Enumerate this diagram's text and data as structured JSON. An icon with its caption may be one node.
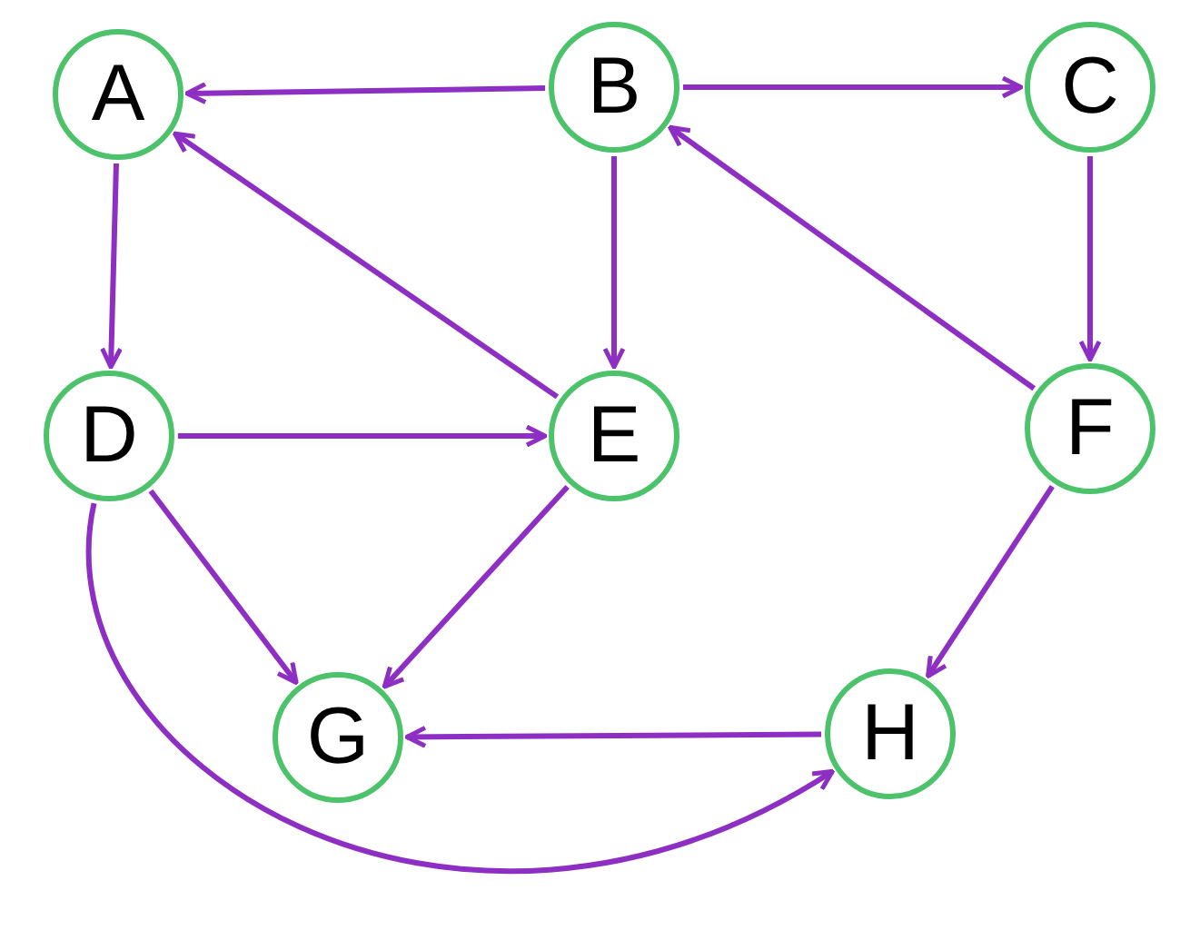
{
  "diagram": {
    "nodes": [
      {
        "text": [
          "A"
        ]
      },
      {
        "text": [
          "B"
        ]
      },
      {
        "text": [
          "C"
        ]
      },
      {
        "text": [
          "D"
        ]
      },
      {
        "text": [
          "E"
        ]
      },
      {
        "text": [
          "F"
        ]
      },
      {
        "text": [
          "G"
        ]
      },
      {
        "text": [
          "H"
        ]
      }
    ],
    "edges": [
      {
        "from": 1,
        "to": 0,
        "arrow": "to"
      },
      {
        "from": 1,
        "to": 2,
        "arrow": "to"
      },
      {
        "from": 1,
        "to": 4,
        "arrow": "to"
      },
      {
        "from": 0,
        "to": 3,
        "arrow": "to"
      },
      {
        "from": 4,
        "to": 0,
        "arrow": "to"
      },
      {
        "from": 2,
        "to": 5,
        "arrow": "to"
      },
      {
        "from": 5,
        "to": 1,
        "arrow": "to"
      },
      {
        "from": 3,
        "to": 4,
        "arrow": "to"
      },
      {
        "from": 3,
        "to": 6,
        "arrow": "to"
      },
      {
        "from": 4,
        "to": 6,
        "arrow": "to"
      },
      {
        "from": 5,
        "to": 7,
        "arrow": "to"
      },
      {
        "from": 7,
        "to": 6,
        "arrow": "to"
      },
      {
        "from": 3,
        "to": 7,
        "arrow": "to"
      }
    ]
  }
}
